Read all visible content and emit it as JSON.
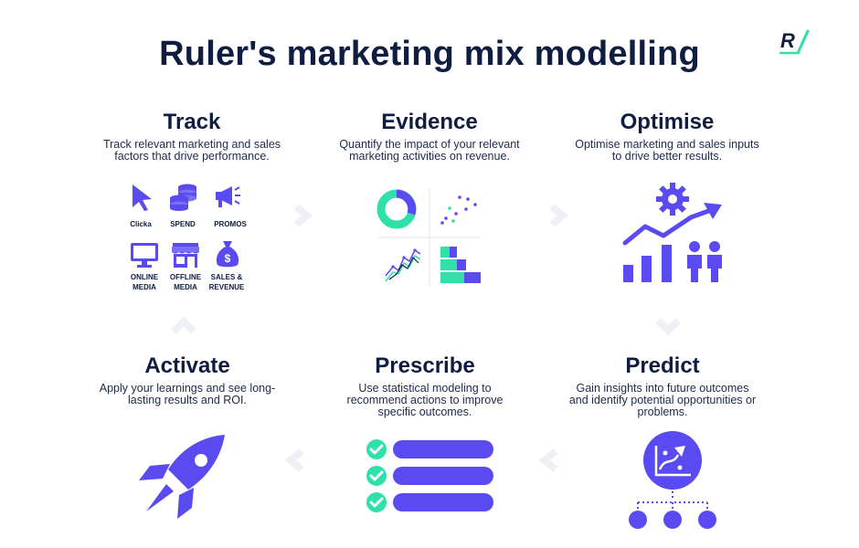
{
  "title": "Ruler's marketing mix modelling",
  "logo": {
    "text": "R/"
  },
  "colors": {
    "navy": "#0f1d40",
    "purple": "#5a4bf0",
    "green": "#2fe0a8",
    "chevron": "#eef0f6"
  },
  "steps": [
    {
      "id": "track",
      "title": "Track",
      "description": "Track relevant marketing and sales factors that drive performance."
    },
    {
      "id": "evidence",
      "title": "Evidence",
      "description": "Quantify the impact of your relevant marketing activities on revenue."
    },
    {
      "id": "optimise",
      "title": "Optimise",
      "description": "Optimise marketing and sales inputs to drive better results."
    },
    {
      "id": "activate",
      "title": "Activate",
      "description": "Apply your learnings and see long-lasting results and ROI."
    },
    {
      "id": "prescribe",
      "title": "Prescribe",
      "description": "Use statistical modeling to recommend actions to improve specific outcomes."
    },
    {
      "id": "predict",
      "title": "Predict",
      "description": "Gain insights into future outcomes and identify potential opportunities or problems."
    }
  ],
  "track_icons": [
    {
      "label": "Clicka",
      "icon": "cursor-icon"
    },
    {
      "label": "SPEND",
      "icon": "coins-icon"
    },
    {
      "label": "PROMOS",
      "icon": "megaphone-icon"
    },
    {
      "label": "ONLINE MEDIA",
      "icon": "monitor-icon"
    },
    {
      "label": "OFFLINE MEDIA",
      "icon": "storefront-icon"
    },
    {
      "label": "SALES & REVENUE",
      "icon": "money-bag-icon"
    }
  ]
}
